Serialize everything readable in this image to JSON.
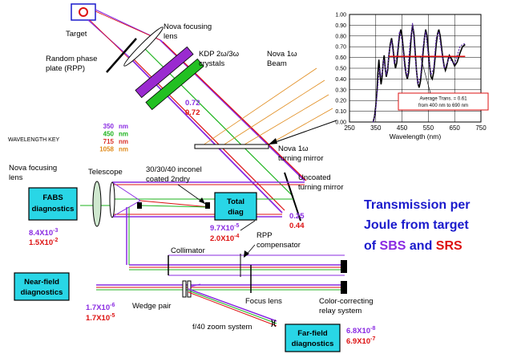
{
  "labels": {
    "target": "Target",
    "nova_focusing_lens_top": "Nova focusing lens",
    "rpp": "Random phase plate (RPP)",
    "kdp": "KDP 2ω/3ω crystals",
    "nova_beam": "Nova 1ω Beam",
    "nova_turning_mirror": "Nova 1ω turning mirror",
    "nova_focusing_lens_left": "Nova focusing lens",
    "telescope": "Telescope",
    "inconel": "30/30/40 inconel coated 2ndry",
    "uncoated_mirror": "Uncoated turning mirror",
    "rpp_compensator": "RPP compensator",
    "collimator": "Collimator",
    "focus_lens": "Focus lens",
    "wedge_pair": "Wedge pair",
    "color_correcting": "Color-correcting relay system",
    "zoom": "f/40 zoom system"
  },
  "boxes": {
    "fabs": "FABS diagnostics",
    "total_diag": "Total diag",
    "near_field": "Near-field diagnostics",
    "far_field": "Far-field diagnostics"
  },
  "wavelength_key": {
    "title": "WAVELENGTH KEY",
    "unit": "nm",
    "entries": [
      {
        "value": "350",
        "color": "#8a2be2"
      },
      {
        "value": "450",
        "color": "#1db31d"
      },
      {
        "value": "715",
        "color": "#d9322a"
      },
      {
        "value": "1058",
        "color": "#e08a1a"
      }
    ]
  },
  "values": {
    "beam_sbs": "0.72",
    "beam_srs": "0.72",
    "mirror_sbs": "0.25",
    "mirror_srs": "0.44",
    "total_sbs": "9.7X10",
    "total_sbs_exp": "-5",
    "total_srs": "2.0X10",
    "total_srs_exp": "-4",
    "fabs_sbs": "8.4X10",
    "fabs_sbs_exp": "-3",
    "fabs_srs": "1.5X10",
    "fabs_srs_exp": "-2",
    "near_sbs": "1.7X10",
    "near_sbs_exp": "-6",
    "near_srs": "1.7X10",
    "near_srs_exp": "-5",
    "far_sbs": "6.8X10",
    "far_sbs_exp": "-8",
    "far_srs": "6.9X10",
    "far_srs_exp": "-7"
  },
  "note": {
    "line1": "Transmission per",
    "line2": "Joule from target",
    "line3_prefix": "of ",
    "sbs": "SBS",
    "and": " and ",
    "srs": "SRS",
    "color_main": "#1a1acc",
    "color_sbs": "#8a2be2",
    "color_srs": "#dd1111"
  },
  "chart_data": {
    "type": "line",
    "xlabel": "Wavelength (nm)",
    "ylabel": "",
    "xlim": [
      250,
      750
    ],
    "ylim": [
      0,
      1.0
    ],
    "xticks": [
      "250",
      "350",
      "450",
      "550",
      "650",
      "750"
    ],
    "yticks": [
      "0.00",
      "0.10",
      "0.20",
      "0.30",
      "0.40",
      "0.50",
      "0.60",
      "0.70",
      "0.80",
      "0.90",
      "1.00"
    ],
    "grid": true,
    "annotation": "Average Trans. = 0.61 from 400 nm to 690 nm",
    "average_line": {
      "y": 0.61,
      "x_from": 400,
      "x_to": 690,
      "color": "#dd1111"
    },
    "series": [
      {
        "x": [
          340,
          345,
          350,
          355,
          358,
          362,
          366,
          370,
          374,
          378,
          382,
          386,
          390,
          395,
          400,
          405,
          410,
          415,
          420,
          425,
          430,
          435,
          440,
          445,
          450,
          455,
          460,
          465,
          470,
          475,
          480,
          485,
          490,
          495,
          500,
          505,
          510,
          515,
          520,
          525,
          530,
          535,
          540,
          545,
          550,
          555,
          560,
          565,
          570,
          575,
          580,
          585,
          590,
          595,
          600,
          605,
          610,
          615,
          620,
          625,
          630,
          640,
          650,
          660,
          670,
          680,
          690
        ],
        "y": [
          0.0,
          0.05,
          0.15,
          0.3,
          0.45,
          0.58,
          0.45,
          0.35,
          0.42,
          0.55,
          0.62,
          0.5,
          0.42,
          0.48,
          0.62,
          0.72,
          0.78,
          0.7,
          0.58,
          0.5,
          0.55,
          0.68,
          0.8,
          0.86,
          0.8,
          0.68,
          0.55,
          0.45,
          0.4,
          0.46,
          0.62,
          0.8,
          0.9,
          0.82,
          0.65,
          0.48,
          0.36,
          0.32,
          0.38,
          0.5,
          0.64,
          0.78,
          0.86,
          0.8,
          0.66,
          0.52,
          0.42,
          0.4,
          0.46,
          0.58,
          0.72,
          0.82,
          0.86,
          0.8,
          0.7,
          0.6,
          0.52,
          0.48,
          0.52,
          0.58,
          0.62,
          0.58,
          0.52,
          0.56,
          0.64,
          0.7,
          0.72
        ],
        "color": "#000000"
      },
      {
        "x": [
          340,
          345,
          350,
          355,
          360,
          365,
          370,
          375,
          380,
          385,
          390,
          395,
          400,
          410,
          420,
          430,
          440,
          450,
          460,
          470,
          480,
          490,
          500,
          510,
          520,
          530,
          540,
          550,
          560,
          570,
          580,
          590,
          600,
          610,
          620,
          630,
          640,
          650,
          660,
          670,
          680,
          690
        ],
        "y": [
          0.0,
          0.04,
          0.12,
          0.25,
          0.4,
          0.5,
          0.42,
          0.46,
          0.58,
          0.52,
          0.44,
          0.5,
          0.64,
          0.76,
          0.55,
          0.6,
          0.84,
          0.76,
          0.5,
          0.42,
          0.72,
          0.92,
          0.6,
          0.35,
          0.42,
          0.7,
          0.84,
          0.62,
          0.44,
          0.5,
          0.78,
          0.84,
          0.66,
          0.5,
          0.54,
          0.6,
          0.56,
          0.54,
          0.62,
          0.7,
          0.72,
          0.73
        ],
        "color": "#5a2aa8"
      }
    ]
  }
}
